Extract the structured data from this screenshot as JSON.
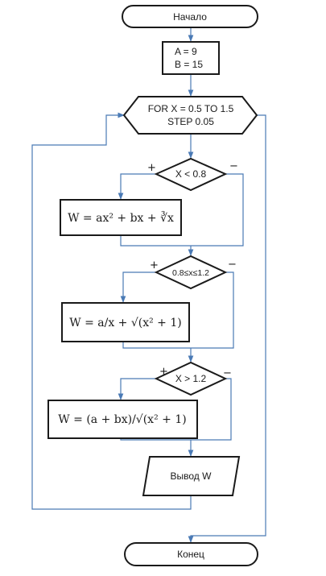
{
  "flowchart": {
    "start_label": "Начало",
    "init": {
      "line1": "A = 9",
      "line2": "B = 15"
    },
    "loop": {
      "line1": "FOR X = 0.5 TO 1.5",
      "line2": "STEP 0.05"
    },
    "cond1": {
      "text": "X < 0.8",
      "yes": "+",
      "no": "−"
    },
    "formula1": "W = ax² + bx + ∛x",
    "cond2": {
      "text": "0.8≤x≤1.2",
      "yes": "+",
      "no": "−"
    },
    "formula2": "W = a/x + √(x² + 1)",
    "cond3": {
      "text": "X > 1.2",
      "yes": "+",
      "no": "−"
    },
    "formula3": "W = (a + bx)/√(x² + 1)",
    "output_label": "Вывод W",
    "end_label": "Конец"
  },
  "colors": {
    "connector": "#4a7ab5",
    "outline": "#1a1a1a"
  }
}
